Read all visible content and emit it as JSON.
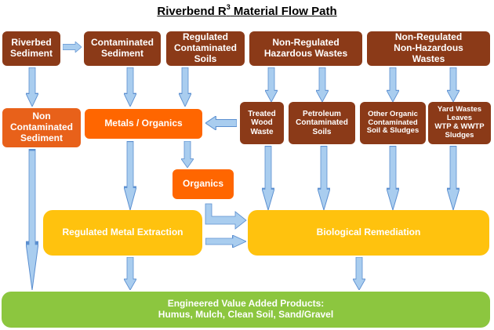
{
  "title": {
    "main": "Riverbend R",
    "superscript": "3",
    "rest": " Material Flow Path"
  },
  "boxes": {
    "riverbed_sediment": [
      "Riverbed",
      "Sediment"
    ],
    "contaminated_sediment": [
      "Contaminated",
      "Sediment"
    ],
    "regulated_contaminated_soils": [
      "Regulated",
      "Contaminated",
      "Soils"
    ],
    "non_regulated_hazardous": [
      "Non-Regulated",
      "Hazardous Wastes"
    ],
    "non_regulated_non_hazardous": [
      "Non-Regulated",
      "Non-Hazardous",
      "Wastes"
    ],
    "non_contaminated_sediment": [
      "Non",
      "Contaminated",
      "Sediment"
    ],
    "metals_organics": "Metals / Organics",
    "treated_wood_waste": [
      "Treated",
      "Wood",
      "Waste"
    ],
    "petroleum_contaminated_soils": [
      "Petroleum",
      "Contaminated",
      "Soils"
    ],
    "other_organic": [
      "Other Organic",
      "Contaminated",
      "Soil & Sludges"
    ],
    "yard_wastes": [
      "Yard Wastes",
      "Leaves",
      "WTP & WWTP",
      "Sludges"
    ],
    "organics": "Organics",
    "regulated_metal_extraction": "Regulated Metal Extraction",
    "biological_remediation": "Biological Remediation",
    "engineered_products": [
      "Engineered Value Added Products:",
      "Humus, Mulch, Clean Soil, Sand/Gravel"
    ]
  },
  "colors": {
    "brown": "#8b3a18",
    "orange": "#e8611a",
    "bright_orange": "#ff6600",
    "yellow": "#ffc20e",
    "green": "#8cc63f",
    "arrow_fill": "#a9cdef",
    "arrow_stroke": "#5b8fd0"
  }
}
